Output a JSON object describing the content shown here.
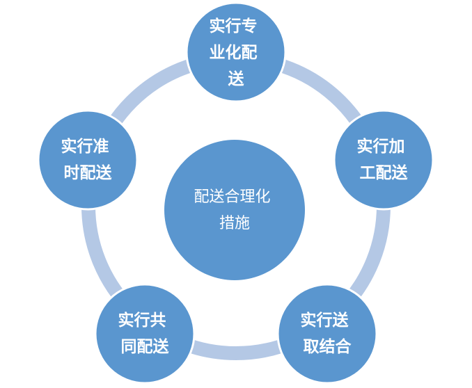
{
  "colors": {
    "ring": "#B4C8E5",
    "node_fill": "#5A96CF",
    "node_stroke": "#ffffff",
    "text": "#ffffff"
  },
  "center": {
    "lines": [
      "配送合理化",
      "措施"
    ]
  },
  "nodes": [
    {
      "id": "specialized",
      "lines": [
        "实行专",
        "业化配",
        "送"
      ]
    },
    {
      "id": "processing",
      "lines": [
        "实行加",
        "工配送"
      ]
    },
    {
      "id": "combined",
      "lines": [
        "实行送",
        "取结合"
      ]
    },
    {
      "id": "joint",
      "lines": [
        "实行共",
        "同配送"
      ]
    },
    {
      "id": "timely",
      "lines": [
        "实行准",
        "时配送"
      ]
    }
  ]
}
